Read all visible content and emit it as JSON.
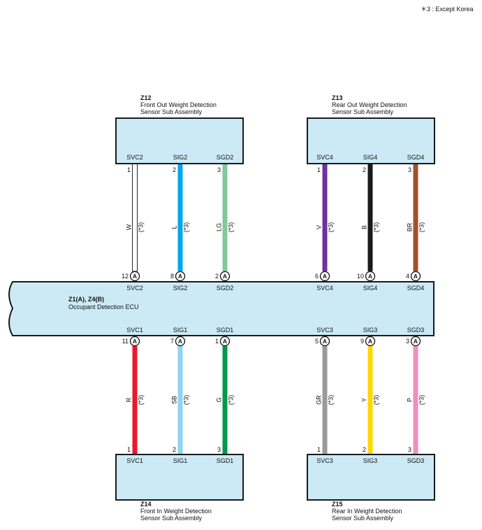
{
  "note": "＊3 : Except Korea",
  "ecu": {
    "id": "Z1(A), Z4(B)",
    "name": "Occupant Detection ECU",
    "connector_letter": "A"
  },
  "top_connectors": [
    {
      "id": "Z12",
      "name_line1": "Front Out Weight Detection",
      "name_line2": "Sensor Sub Assembly",
      "pins": [
        {
          "label": "SVC2",
          "pin": "1",
          "ecu_pin": "12",
          "ecu_label": "SVC2",
          "wire_color": "W",
          "wire_hex": "#ffffff",
          "note": "(*3)"
        },
        {
          "label": "SIG2",
          "pin": "2",
          "ecu_pin": "8",
          "ecu_label": "SIG2",
          "wire_color": "L",
          "wire_hex": "#00a8e8",
          "note": "(*3)"
        },
        {
          "label": "SGD2",
          "pin": "3",
          "ecu_pin": "2",
          "ecu_label": "SGD2",
          "wire_color": "LG",
          "wire_hex": "#7fc99a",
          "note": "(*3)"
        }
      ]
    },
    {
      "id": "Z13",
      "name_line1": "Rear Out Weight Detection",
      "name_line2": "Sensor Sub Assembly",
      "pins": [
        {
          "label": "SVC4",
          "pin": "1",
          "ecu_pin": "6",
          "ecu_label": "SVC4",
          "wire_color": "V",
          "wire_hex": "#7030a0",
          "note": "(*3)"
        },
        {
          "label": "SIG4",
          "pin": "2",
          "ecu_pin": "10",
          "ecu_label": "SIG4",
          "wire_color": "B",
          "wire_hex": "#1a1a1a",
          "note": "(*3)"
        },
        {
          "label": "SGD4",
          "pin": "3",
          "ecu_pin": "4",
          "ecu_label": "SGD4",
          "wire_color": "BR",
          "wire_hex": "#a0522d",
          "note": "(*3)"
        }
      ]
    }
  ],
  "bottom_connectors": [
    {
      "id": "Z14",
      "name_line1": "Front In Weight Detection",
      "name_line2": "Sensor Sub Assembly",
      "pins": [
        {
          "label": "SVC1",
          "pin": "1",
          "ecu_pin": "11",
          "ecu_label": "SVC1",
          "wire_color": "R",
          "wire_hex": "#e8192c",
          "note": "(*3)"
        },
        {
          "label": "SIG1",
          "pin": "2",
          "ecu_pin": "7",
          "ecu_label": "SIG1",
          "wire_color": "SB",
          "wire_hex": "#8fd3f2",
          "note": "(*3)"
        },
        {
          "label": "SGD1",
          "pin": "3",
          "ecu_pin": "1",
          "ecu_label": "SGD1",
          "wire_color": "G",
          "wire_hex": "#00994c",
          "note": "(*3)"
        }
      ]
    },
    {
      "id": "Z15",
      "name_line1": "Rear In Weight Detection",
      "name_line2": "Sensor Sub Assembly",
      "pins": [
        {
          "label": "SVC3",
          "pin": "1",
          "ecu_pin": "5",
          "ecu_label": "SVC3",
          "wire_color": "GR",
          "wire_hex": "#9a9a9a",
          "note": "(*3)"
        },
        {
          "label": "SIG3",
          "pin": "2",
          "ecu_pin": "9",
          "ecu_label": "SIG3",
          "wire_color": "Y",
          "wire_hex": "#ffd700",
          "note": "(*3)"
        },
        {
          "label": "SGD3",
          "pin": "3",
          "ecu_pin": "3",
          "ecu_label": "SGD3",
          "wire_color": "P",
          "wire_hex": "#f28dbd",
          "note": "(*3)"
        }
      ]
    }
  ]
}
